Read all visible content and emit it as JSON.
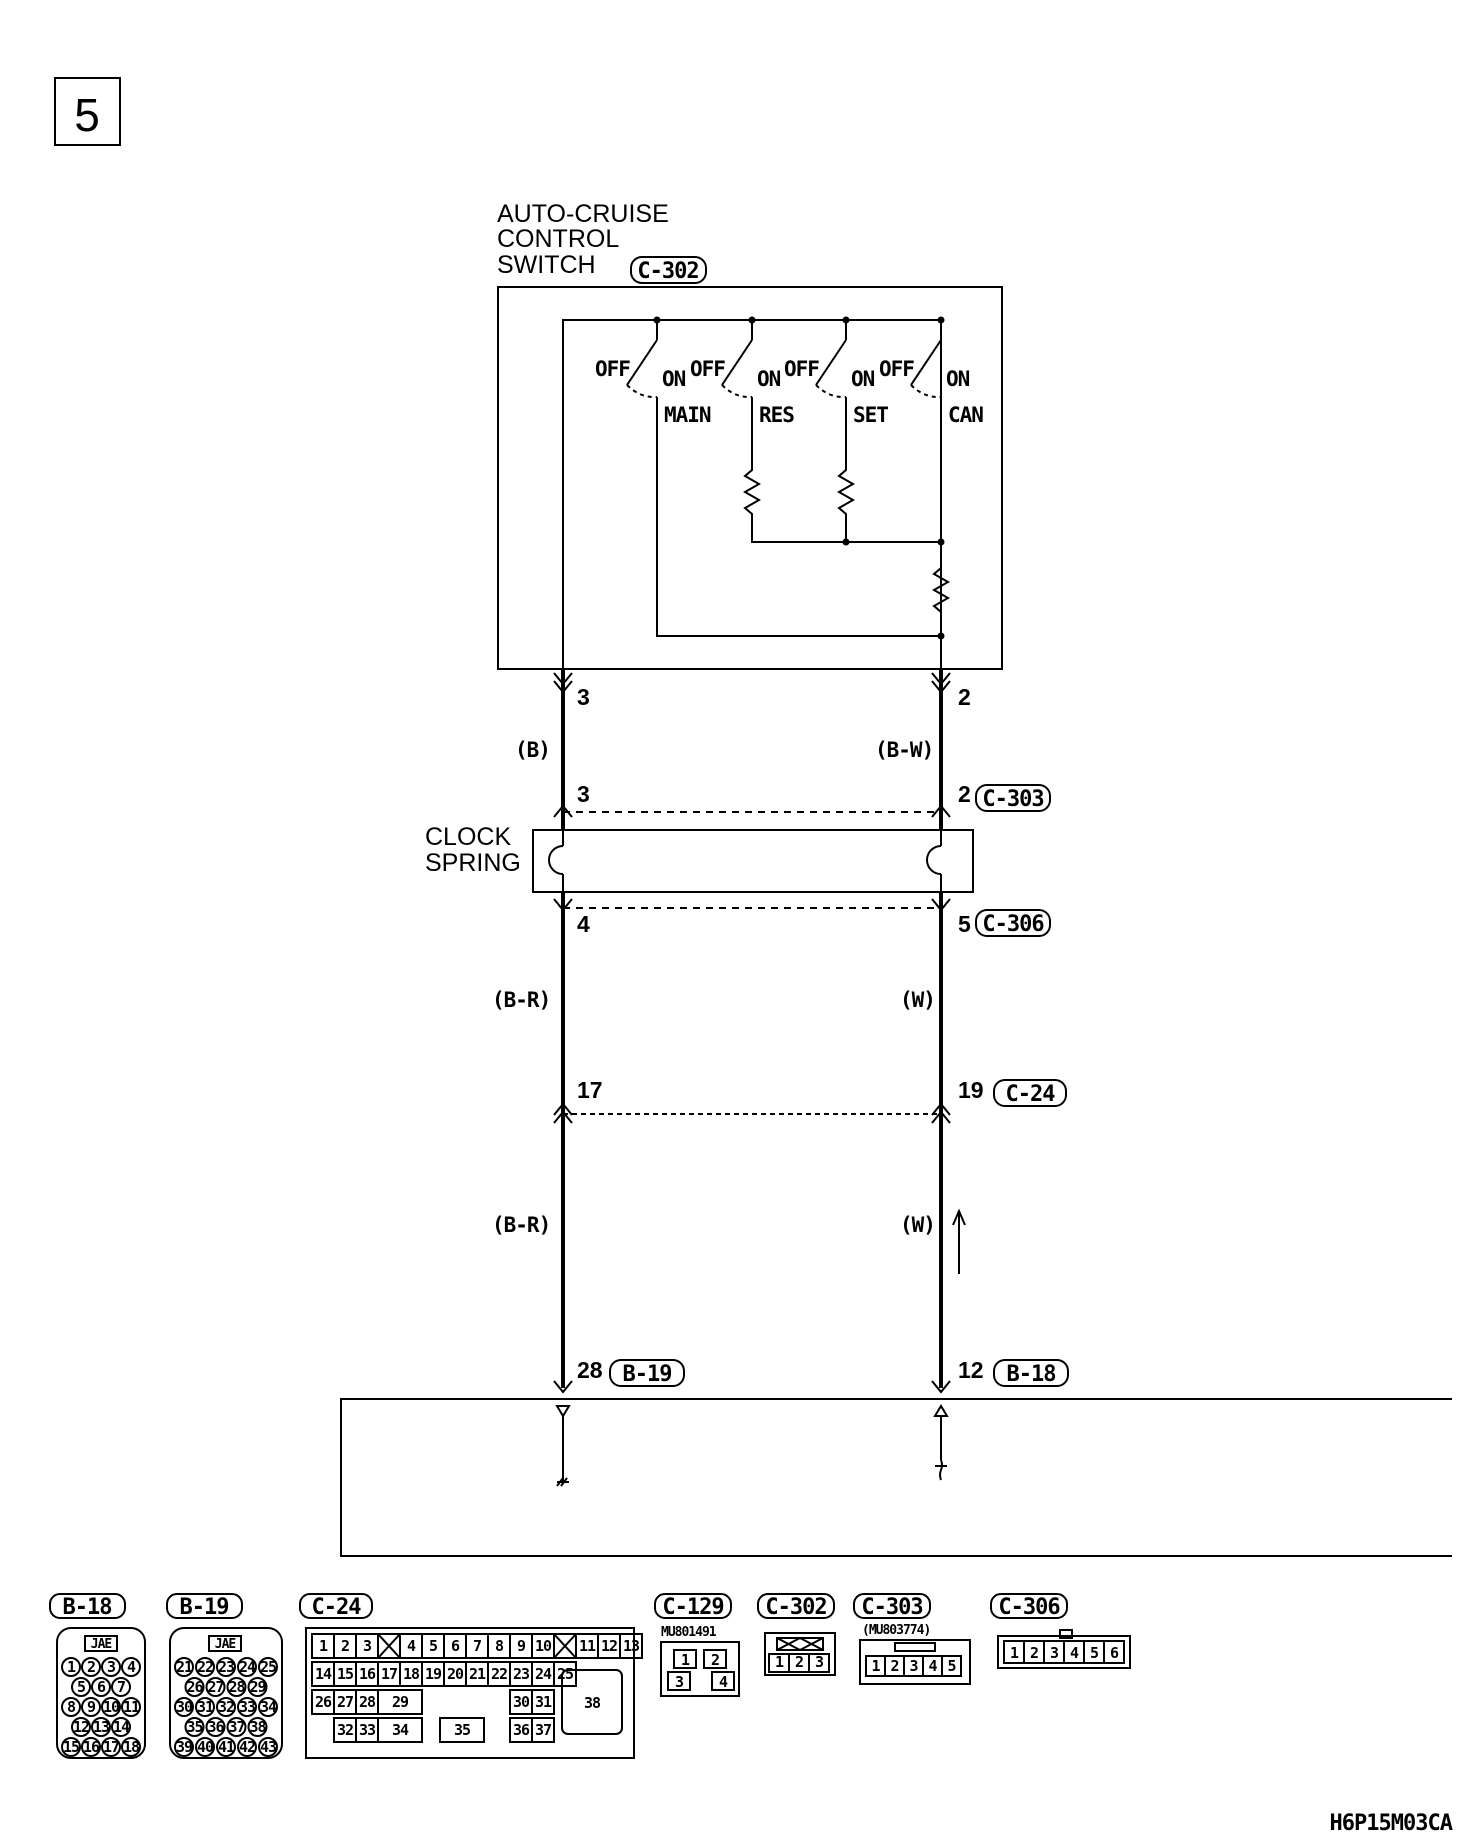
{
  "page": {
    "number": "5",
    "figure_code": "H6P15M03CA"
  },
  "switch": {
    "label_lines": [
      "AUTO-CRUISE",
      "CONTROL",
      "SWITCH"
    ],
    "connector": "C-302",
    "off_label": "OFF",
    "on_label": "ON",
    "contacts": [
      "MAIN",
      "RES",
      "SET",
      "CAN"
    ]
  },
  "clock_spring": {
    "label_lines": [
      "CLOCK",
      "SPRING"
    ]
  },
  "wires": {
    "left": {
      "switch_pin": "3",
      "color_upper": "(B)",
      "cs_in_pin": "3",
      "cs_out_pin": "4",
      "color_middle": "(B-R)",
      "junction_pin": "17",
      "color_lower": "(B-R)",
      "ecu_pin": "28",
      "ecu_connector": "B-19"
    },
    "right": {
      "switch_pin": "2",
      "color_upper": "(B-W)",
      "cs_in_pin": "2",
      "cs_in_connector": "C-303",
      "cs_out_pin": "5",
      "cs_out_connector": "C-306",
      "color_middle": "(W)",
      "junction_pin": "19",
      "junction_connector": "C-24",
      "color_lower": "(W)",
      "ecu_pin": "12",
      "ecu_connector": "B-18"
    }
  },
  "connector_views": {
    "b18": {
      "id": "B-18",
      "maker": "JAE",
      "rows": [
        [
          "1",
          "2",
          "3",
          "4"
        ],
        [
          "5",
          "6",
          "7"
        ],
        [
          "8",
          "9",
          "10",
          "11"
        ],
        [
          "12",
          "13",
          "14"
        ],
        [
          "15",
          "16",
          "17",
          "18"
        ]
      ]
    },
    "b19": {
      "id": "B-19",
      "maker": "JAE",
      "rows": [
        [
          "21",
          "22",
          "23",
          "24",
          "25"
        ],
        [
          "26",
          "27",
          "28",
          "29"
        ],
        [
          "30",
          "31",
          "32",
          "33",
          "34"
        ],
        [
          "35",
          "36",
          "37",
          "38"
        ],
        [
          "39",
          "40",
          "41",
          "42",
          "43"
        ]
      ]
    },
    "c24": {
      "id": "C-24",
      "rows": [
        [
          "1",
          "2",
          "3",
          "4",
          "5",
          "6",
          "7",
          "8",
          "9",
          "10",
          "11",
          "12",
          "13"
        ],
        [
          "14",
          "15",
          "16",
          "17",
          "18",
          "19",
          "20",
          "21",
          "22",
          "23",
          "24",
          "25"
        ],
        [
          "26",
          "27",
          "28",
          "29",
          "30",
          "31"
        ],
        [
          "32",
          "33",
          "34",
          "35",
          "36",
          "37"
        ]
      ],
      "big_pin": "38"
    },
    "c129": {
      "id": "C-129",
      "part": "MU801491",
      "pins": [
        "1",
        "2",
        "3",
        "4"
      ]
    },
    "c302": {
      "id": "C-302",
      "pins": [
        "1",
        "2",
        "3"
      ]
    },
    "c303": {
      "id": "C-303",
      "part": "(MU803774)",
      "pins": [
        "1",
        "2",
        "3",
        "4",
        "5"
      ]
    },
    "c306": {
      "id": "C-306",
      "pins": [
        "1",
        "2",
        "3",
        "4",
        "5",
        "6"
      ]
    }
  }
}
